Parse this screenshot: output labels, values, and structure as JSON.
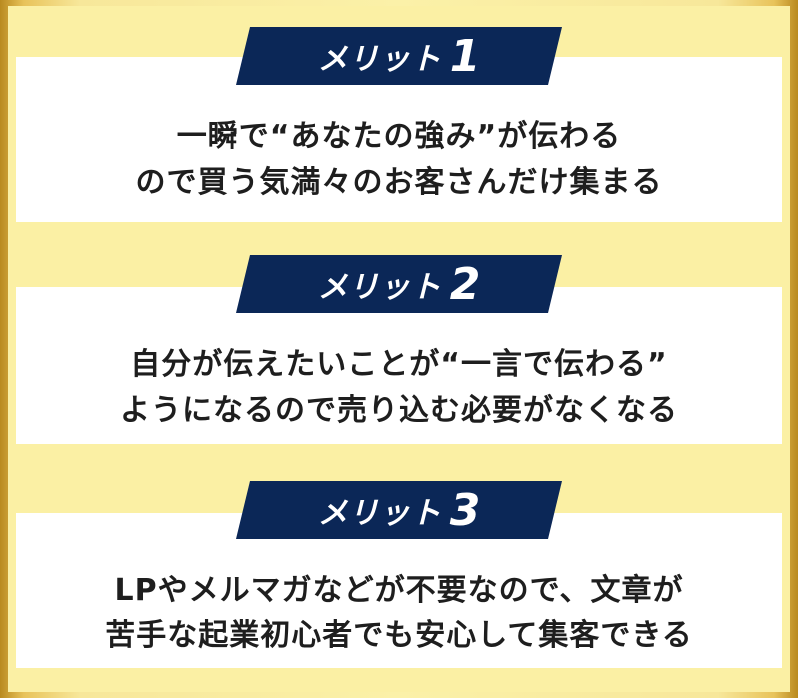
{
  "merits": [
    {
      "label": "メリット",
      "number": "1",
      "line1": "一瞬で“あなたの強み”が伝わる",
      "line2": "ので買う気満々のお客さんだけ集まる"
    },
    {
      "label": "メリット",
      "number": "2",
      "line1": "自分が伝えたいことが“一言で伝わる”",
      "line2": "ようになるので売り込む必要がなくなる"
    },
    {
      "label": "メリット",
      "number": "3",
      "line1": "LPやメルマガなどが不要なので、文章が",
      "line2": "苦手な起業初心者でも安心して集客できる"
    }
  ],
  "colors": {
    "badge": "#0b2757",
    "background": "#fbf0a4",
    "border_gold": "#c99a2e",
    "card": "#ffffff",
    "text": "#1e1e1e"
  }
}
